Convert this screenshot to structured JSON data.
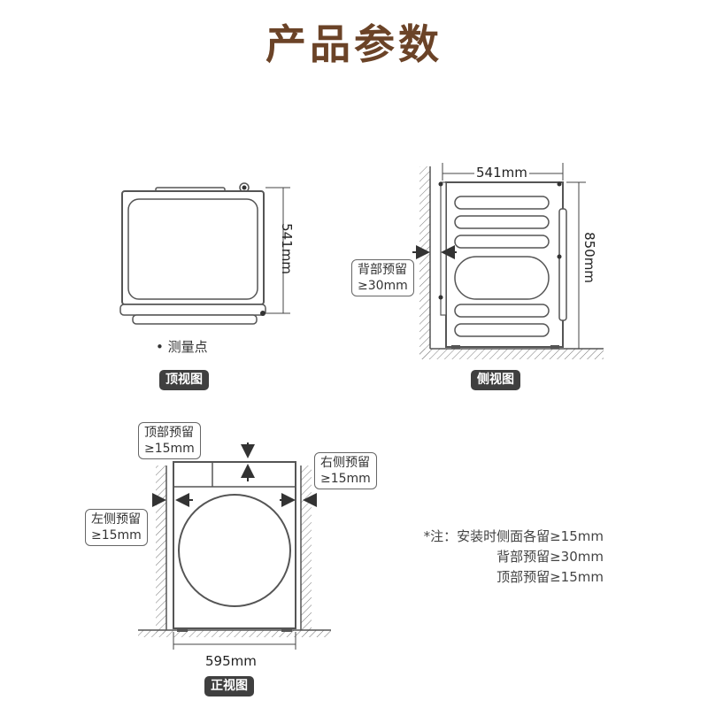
{
  "title": "产品参数",
  "top_view": {
    "label": "顶视图",
    "dimension": "541mm",
    "legend": "• 测量点"
  },
  "side_view": {
    "label": "侧视图",
    "width": "541mm",
    "height": "850mm",
    "back_gap_line1": "背部预留",
    "back_gap_line2": "≥30mm"
  },
  "front_view": {
    "label": "正视图",
    "width": "595mm",
    "top_gap_line1": "顶部预留",
    "top_gap_line2": "≥15mm",
    "right_gap_line1": "右侧预留",
    "right_gap_line2": "≥15mm",
    "left_gap_line1": "左侧预留",
    "left_gap_line2": "≥15mm"
  },
  "notes": [
    "*注：安装时侧面各留≥15mm",
    "背部预留≥30mm",
    "顶部预留≥15mm"
  ]
}
